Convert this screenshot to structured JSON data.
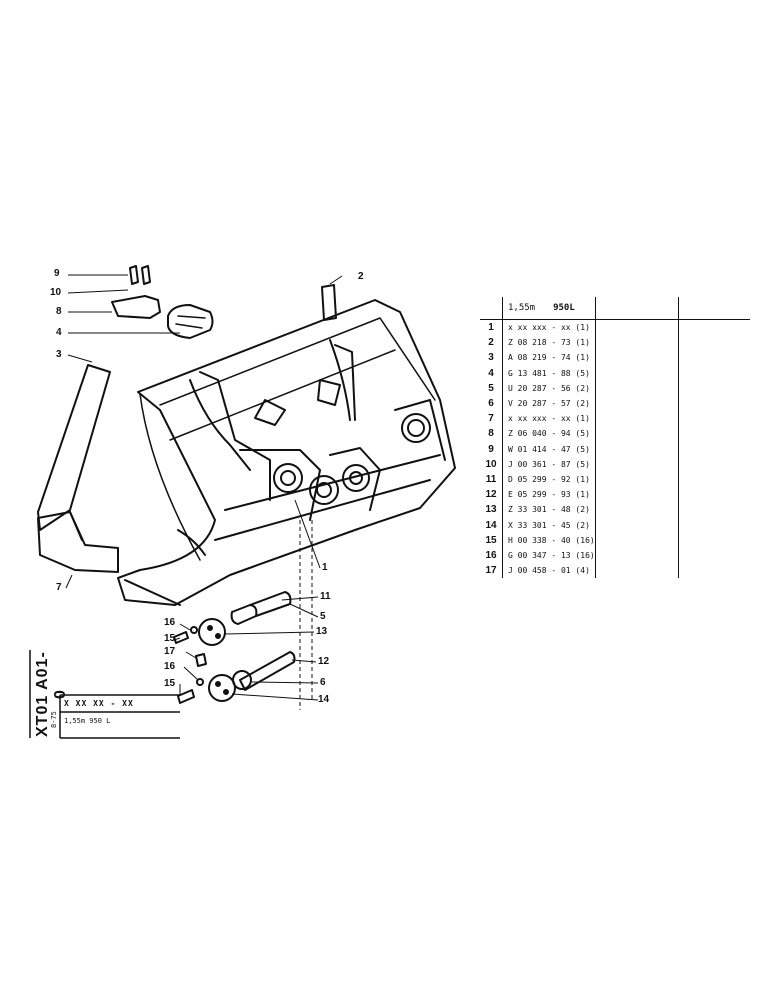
{
  "callouts": [
    {
      "label": "9"
    },
    {
      "label": "10"
    },
    {
      "label": "8"
    },
    {
      "label": "4"
    },
    {
      "label": "3"
    },
    {
      "label": "2"
    },
    {
      "label": "7"
    },
    {
      "label": "1"
    },
    {
      "label": "11"
    },
    {
      "label": "5"
    },
    {
      "label": "13"
    },
    {
      "label": "12"
    },
    {
      "label": "6"
    },
    {
      "label": "14"
    },
    {
      "label": "16"
    },
    {
      "label": "15"
    },
    {
      "label": "17"
    },
    {
      "label": "16"
    },
    {
      "label": "15"
    }
  ],
  "table": {
    "header_size": "1,55m",
    "header_model": "950L",
    "rows": [
      {
        "num": "1",
        "code": "x xx xxx - xx (1)"
      },
      {
        "num": "2",
        "code": "Z 08 218 - 73 (1)"
      },
      {
        "num": "3",
        "code": "A 08 219 - 74 (1)"
      },
      {
        "num": "4",
        "code": "G 13 481 - 88 (5)"
      },
      {
        "num": "5",
        "code": "U 20 287 - 56 (2)"
      },
      {
        "num": "6",
        "code": "V 20 287 - 57 (2)"
      },
      {
        "num": "7",
        "code": "x xx xxx - xx (1)"
      },
      {
        "num": "8",
        "code": "Z 06 040 - 94 (5)"
      },
      {
        "num": "9",
        "code": "W 01 414 - 47 (5)"
      },
      {
        "num": "10",
        "code": "J 00 361 - 87 (5)"
      },
      {
        "num": "11",
        "code": "D 05 299 - 92 (1)"
      },
      {
        "num": "12",
        "code": "E 05 299 - 93 (1)"
      },
      {
        "num": "13",
        "code": "Z 33 301 - 48 (2)"
      },
      {
        "num": "14",
        "code": "X 33 301 - 45 (2)"
      },
      {
        "num": "15",
        "code": "H 00 338 - 40 (16)"
      },
      {
        "num": "16",
        "code": "G 00 347 - 13 (16)"
      },
      {
        "num": "17",
        "code": "J 00 458 - 01 (4)"
      }
    ]
  },
  "title_block": {
    "code": "XT01 A01-0",
    "date": "8-75",
    "field1": "X XX XX - XX",
    "field2": "1,55m    950 L"
  }
}
